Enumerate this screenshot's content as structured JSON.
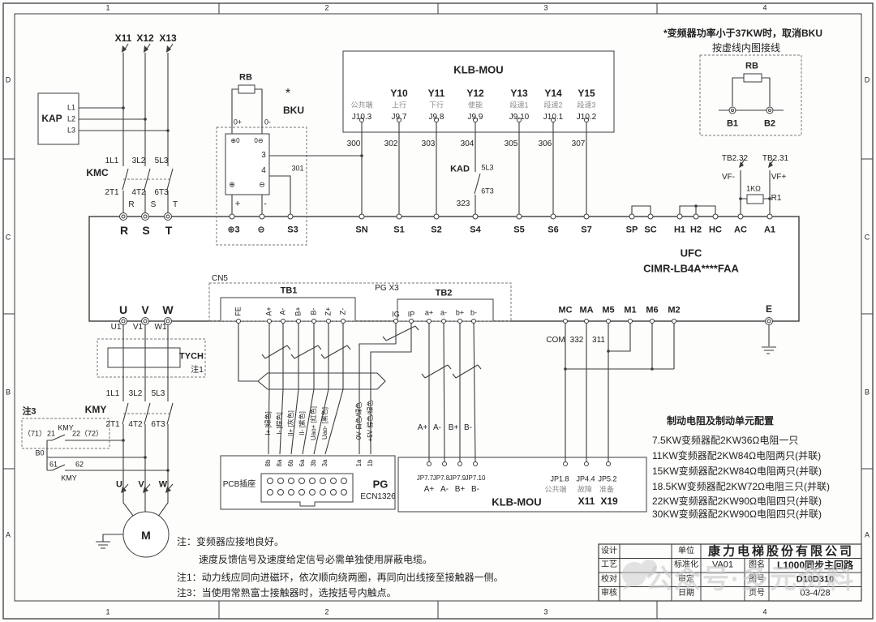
{
  "colors": {
    "line": "#3c3c3c",
    "sheet": "#fdfdfc",
    "watermark": "#c9c9c9"
  },
  "frame": {
    "cols": [
      "1",
      "2",
      "3",
      "4"
    ],
    "rows": [
      "D",
      "C",
      "B",
      "A"
    ]
  },
  "top_note": {
    "line1": "*变频器功率小于37KW时，取消BKU",
    "line2": "按虚线内图接线",
    "rb": "RB",
    "b1": "B1",
    "b2": "B2"
  },
  "input": {
    "x11": "X11",
    "x12": "X12",
    "x13": "X13",
    "kap": "KAP",
    "l1": "L1",
    "l2": "L2",
    "l3": "L3",
    "kmc": "KMC",
    "p1": "1L1",
    "p2": "3L2",
    "p3": "5L3",
    "p4": "2T1",
    "p5": "4T2",
    "p6": "6T3",
    "r": "R",
    "s": "S",
    "t": "T"
  },
  "bku": {
    "star": "*",
    "name": "BKU",
    "rb": "RB",
    "zp": "0+",
    "zm": "0-",
    "tp": "⊕0",
    "tm": "0⊖",
    "pin3": "3",
    "pin4": "4",
    "bp": "⊕",
    "bm": "⊖",
    "plus": "+",
    "minus": "-",
    "w301": "301"
  },
  "klb_top": {
    "name": "KLB-MOU",
    "y": [
      "",
      "Y10",
      "Y11",
      "Y12",
      "Y13",
      "Y14",
      "Y15"
    ],
    "fn": [
      "公共端",
      "上行",
      "下行",
      "使能",
      "段速1",
      "段速2",
      "段速3"
    ],
    "j": [
      "J10.3",
      "J9.7",
      "J9.8",
      "J9.9",
      "J9.10",
      "J10.1",
      "J10.2"
    ],
    "w": [
      "300",
      "302",
      "303",
      "304",
      "305",
      "306",
      "307"
    ]
  },
  "kad": {
    "name": "KAD",
    "t": "5L3",
    "b": "6T3",
    "w": "323"
  },
  "ufc": {
    "name": "UFC",
    "model": "CIMR-LB4A****FAA",
    "r": "R",
    "s": "S",
    "t": "T",
    "dcp": "⊕3",
    "dcm": "⊖",
    "s3": "S3",
    "sn": "SN",
    "s1": "S1",
    "s2": "S2",
    "s4": "S4",
    "s5": "S5",
    "s6": "S6",
    "s7": "S7",
    "sp": "SP",
    "sc": "SC",
    "h1": "H1",
    "h2": "H2",
    "hc": "HC",
    "ac": "AC",
    "a1": "A1",
    "u": "U",
    "v": "V",
    "w": "W",
    "mc": "MC",
    "ma": "MA",
    "m5": "M5",
    "m1": "M1",
    "m6": "M6",
    "m2": "M2",
    "e": "E"
  },
  "vf": {
    "t32": "TB2.32",
    "t31": "TB2.31",
    "vfm": "VF-",
    "vfp": "VF+",
    "rv": "1KΩ",
    "r1": "R1"
  },
  "conn": {
    "cn5": "CN5",
    "tb1": "TB1",
    "pgx3": "PG X3",
    "tb2": "TB2",
    "tb1t": [
      "FE",
      "A+",
      "A-",
      "B+",
      "B-",
      "Z+",
      "Z-"
    ],
    "tb2t": [
      "IG",
      "IP",
      "a+",
      "a-",
      "b+",
      "b-"
    ],
    "u1": "U1",
    "v1": "V1",
    "w1": "W1",
    "com": "COM",
    "w332": "332",
    "w311": "311"
  },
  "pg": {
    "socket": "PCB插座",
    "name": "PG",
    "model": "ECN1326",
    "pins": [
      "8b",
      "8a",
      "6b",
      "6a",
      "3b",
      "3a",
      "1a",
      "1b"
    ],
    "sig": [
      "I+ [绿色]",
      "I- [棕色]",
      "II+ [灰色]",
      "II- [紫色]",
      "Uao+ [红色]",
      "Uao- [黑色]",
      "0V 白色/绿色",
      "+5V 棕色/绿色"
    ]
  },
  "klb_bot": {
    "name": "KLB-MOU",
    "mid": [
      "A+",
      "A-",
      "B+",
      "B-"
    ],
    "jp7": [
      "JP7.7",
      "JP7.8",
      "JP7.9",
      "JP7.10"
    ],
    "sig": [
      "A+",
      "A-",
      "B+",
      "B-"
    ],
    "jp18": "JP1.8",
    "jp44": "JP4.4",
    "jp52": "JP5.2",
    "common": "公共端",
    "fault": "故障",
    "ready": "准备",
    "x11": "X11",
    "x19": "X19"
  },
  "out": {
    "tych": "TYCH",
    "note1": "注1",
    "kmy": "KMY",
    "p1": "1L1",
    "p2": "3L2",
    "p3": "5L3",
    "p4": "2T1",
    "p5": "4T2",
    "p6": "6T3",
    "note3": "注3",
    "c71": "（71）",
    "c21": "21",
    "c22": "22（72）",
    "b0": "B0",
    "c61": "61",
    "c62": "62",
    "u": "U",
    "v": "V",
    "w": "W",
    "m": "M"
  },
  "brake": {
    "title": "制动电阻及制动单元配置",
    "items": [
      "7.5KW变频器配2KW36Ω电阻一只",
      "11KW变频器配2KW84Ω电阻两只(并联)",
      "15KW变频器配2KW84Ω电阻两只(并联)",
      "18.5KW变频器配2KW72Ω电阻三只(并联)",
      "22KW变频器配2KW90Ω电阻四只(并联)",
      "30KW变频器配2KW90Ω电阻四只(并联)"
    ]
  },
  "notes": {
    "n0": "注：变频器应接地良好。",
    "n0b": "速度反馈信号及速度给定信号必需单独使用屏蔽电缆。",
    "n1": "注1：动力线应同向进磁环，依次顺向绕两圈，再同向出线接至接触器一侧。",
    "n3": "注3：当使用常熟富士接触器时，选按括号内触点。"
  },
  "tb": {
    "design": "设计",
    "unit": "单位",
    "company": "康力电梯股份有限公司",
    "craft": "工艺",
    "std": "标准化",
    "std_v": "VA01",
    "fig": "图名",
    "fig_v": "L1000同步主回路",
    "check": "校对",
    "approve": "审定",
    "no": "图号",
    "no_v": "D10D310",
    "audit": "审核",
    "date": "日期",
    "page": "页号",
    "page_v": "03-4/28"
  },
  "watermark": "公众号·多元资料"
}
